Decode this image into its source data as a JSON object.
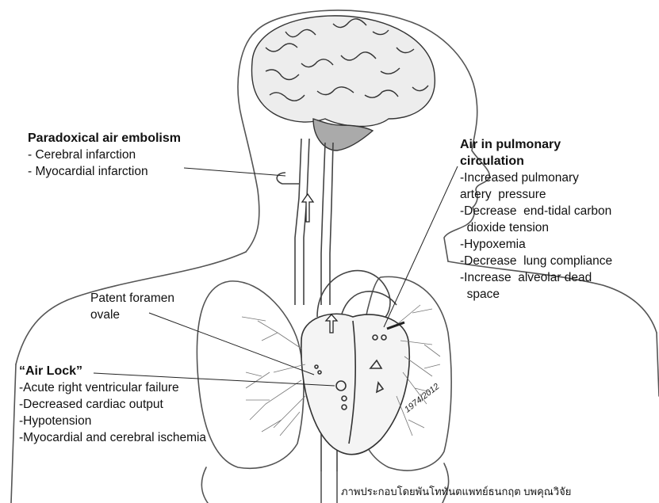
{
  "paradoxical": {
    "title": "Paradoxical air embolism",
    "items": [
      "- Cerebral infarction",
      "- Myocardial infarction"
    ]
  },
  "pulmonary": {
    "title_line1": "Air in pulmonary",
    "title_line2": "circulation",
    "lines": [
      "-Increased pulmonary",
      "artery  pressure",
      "-Decrease  end-tidal carbon",
      "  dioxide tension",
      "-Hypoxemia",
      "-Decrease  lung compliance",
      "-Increase  alveolar dead",
      "  space"
    ]
  },
  "foramen": {
    "lines": [
      "Patent foramen",
      "ovale"
    ]
  },
  "airlock": {
    "title": "“Air Lock”",
    "items": [
      "-Acute right ventricular failure",
      "-Decreased cardiac output",
      "-Hypotension",
      "-Myocardial and cerebral ischemia"
    ]
  },
  "signature": "1974/2012",
  "caption": "ภาพประกอบโดยพันโททันตแพทย์ธนกฤต บพคุณวิจัย"
}
